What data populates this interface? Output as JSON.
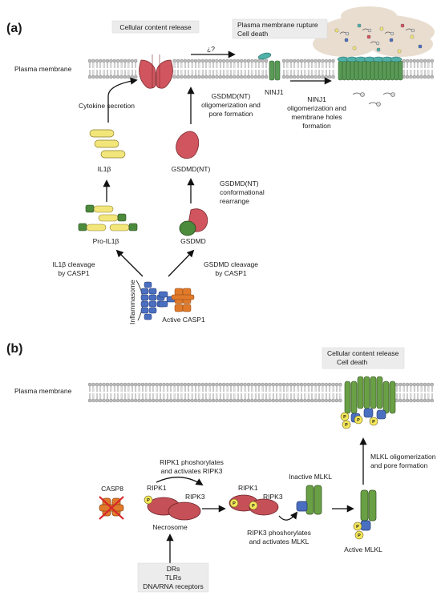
{
  "panel_a": {
    "label": "(a)",
    "plasma_membrane": "Plasma membrane",
    "cellular_content_release": "Cellular content release",
    "question": "¿?",
    "rupture_line1": "Plasma membrane rupture",
    "rupture_line2": "Cell death",
    "ninj1": "NINJ1",
    "ninj1_desc": [
      "NINJ1",
      "oligomerization and",
      "membrane holes",
      "formation"
    ],
    "cytokine_secretion": "Cytokine secretion",
    "pore_desc": [
      "GSDMD(NT)",
      "oligomerization and",
      "pore formation"
    ],
    "il1b": "IL1β",
    "gsdmd_nt": "GSDMD(NT)",
    "conf_desc": [
      "GSDMD(NT)",
      "conformational",
      "rearrange"
    ],
    "pro_il1b": "Pro-IL1β",
    "gsdmd": "GSDMD",
    "il1b_cleavage": [
      "IL1β cleavage",
      "by CASP1"
    ],
    "gsdmd_cleavage": [
      "GSDMD cleavage",
      "by CASP1"
    ],
    "inflammasome": "Inflammasome",
    "active_casp1": "Active CASP1"
  },
  "panel_b": {
    "label": "(b)",
    "plasma_membrane": "Plasma membrane",
    "release_line1": "Cellular content release",
    "release_line2": "Cell death",
    "ripk1_desc": [
      "RIPK1 phoshorylates",
      "and activates RIPK3"
    ],
    "casp8": "CASP8",
    "ripk1": "RIPK1",
    "ripk3": "RIPK3",
    "necrosome": "Necrosome",
    "inactive_mlkl": "Inactive MLKL",
    "ripk3_desc": [
      "RIPK3 phoshorylates",
      "and activates MLKL"
    ],
    "mlkl_desc": [
      "MLKL oligomerization",
      "and pore formation"
    ],
    "active_mlkl": "Active MLKL",
    "receptors": [
      "DRs",
      "TLRs",
      "DNA/RNA receptors"
    ],
    "p": "P"
  },
  "colors": {
    "membrane_head": "#bdbdbd",
    "gsdmd_red": "#d0555e",
    "il1b_yellow": "#f2e57a",
    "gsdmd_green": "#4c8a3c",
    "casp_blue": "#4a6fc1",
    "casp_orange": "#e07a2a",
    "mlkl_green": "#6aa045",
    "ripk_red": "#c65057",
    "ninj1_green": "#5a9a56",
    "teal": "#4fb0a8",
    "cloud": "#e9ddd0"
  }
}
